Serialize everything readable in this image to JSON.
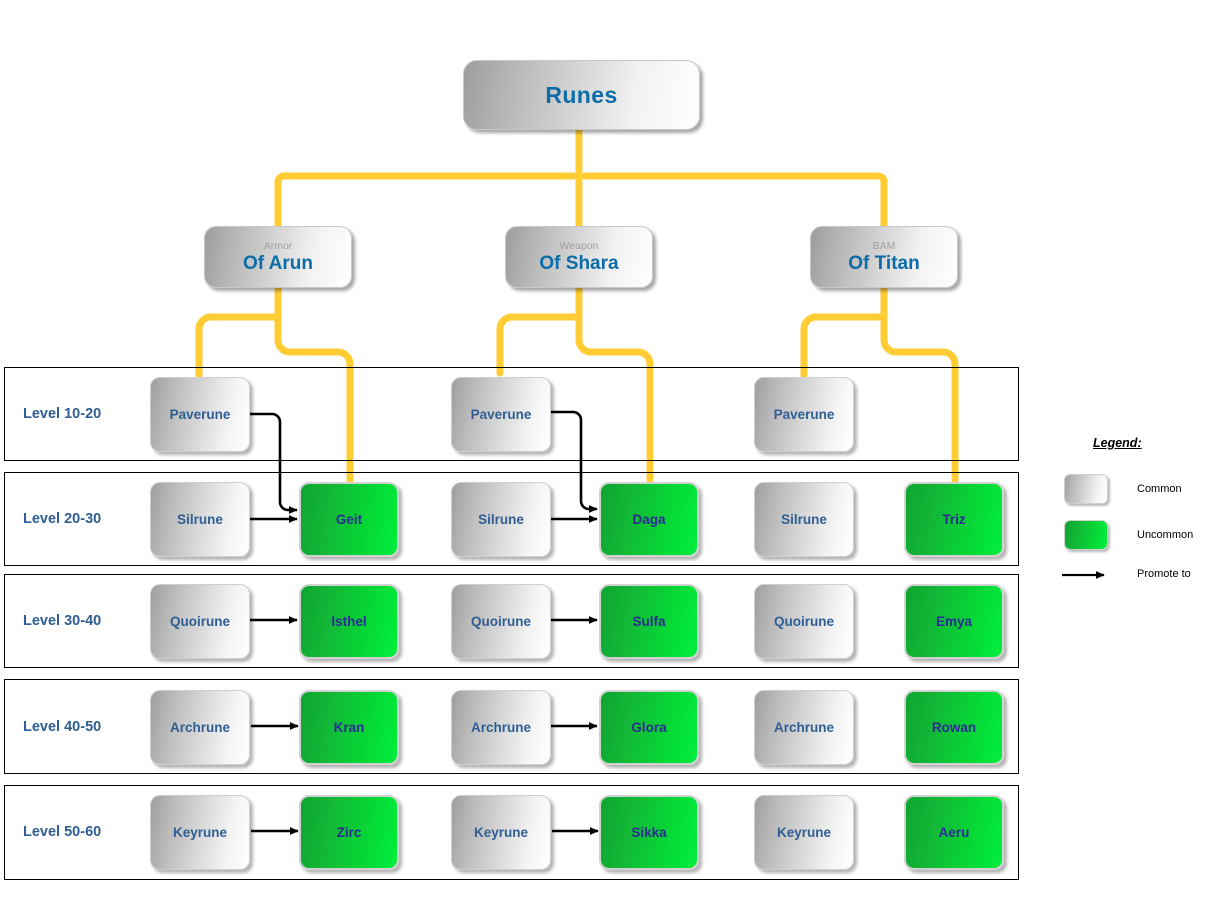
{
  "diagram": {
    "root": {
      "label": "Runes"
    },
    "categories": [
      {
        "sub": "Armor",
        "label": "Of Arun"
      },
      {
        "sub": "Weapon",
        "label": "Of Shara"
      },
      {
        "sub": "BAM",
        "label": "Of Titan"
      }
    ],
    "level_rows": [
      {
        "label": "Level 10-20",
        "cells": [
          {
            "name": "Paverune",
            "rarity": "common"
          },
          {
            "name": "",
            "rarity": "empty"
          },
          {
            "name": "Paverune",
            "rarity": "common"
          },
          {
            "name": "",
            "rarity": "empty"
          },
          {
            "name": "Paverune",
            "rarity": "common"
          },
          {
            "name": "",
            "rarity": "empty"
          }
        ]
      },
      {
        "label": "Level 20-30",
        "cells": [
          {
            "name": "Silrune",
            "rarity": "common"
          },
          {
            "name": "Geit",
            "rarity": "uncommon"
          },
          {
            "name": "Silrune",
            "rarity": "common"
          },
          {
            "name": "Daga",
            "rarity": "uncommon"
          },
          {
            "name": "Silrune",
            "rarity": "common"
          },
          {
            "name": "Triz",
            "rarity": "uncommon"
          }
        ]
      },
      {
        "label": "Level 30-40",
        "cells": [
          {
            "name": "Quoirune",
            "rarity": "common"
          },
          {
            "name": "Isthel",
            "rarity": "uncommon"
          },
          {
            "name": "Quoirune",
            "rarity": "common"
          },
          {
            "name": "Sulfa",
            "rarity": "uncommon"
          },
          {
            "name": "Quoirune",
            "rarity": "common"
          },
          {
            "name": "Emya",
            "rarity": "uncommon"
          }
        ]
      },
      {
        "label": "Level 40-50",
        "cells": [
          {
            "name": "Archrune",
            "rarity": "common"
          },
          {
            "name": "Kran",
            "rarity": "uncommon"
          },
          {
            "name": "Archrune",
            "rarity": "common"
          },
          {
            "name": "Glora",
            "rarity": "uncommon"
          },
          {
            "name": "Archrune",
            "rarity": "common"
          },
          {
            "name": "Rowan",
            "rarity": "uncommon"
          }
        ]
      },
      {
        "label": "Level 50-60",
        "cells": [
          {
            "name": "Keyrune",
            "rarity": "common"
          },
          {
            "name": "Zirc",
            "rarity": "uncommon"
          },
          {
            "name": "Keyrune",
            "rarity": "common"
          },
          {
            "name": "Sikka",
            "rarity": "uncommon"
          },
          {
            "name": "Keyrune",
            "rarity": "common"
          },
          {
            "name": "Aeru",
            "rarity": "uncommon"
          }
        ]
      }
    ],
    "legend": {
      "title": "Legend:",
      "entries": [
        {
          "kind": "swatch-common",
          "label": "Common"
        },
        {
          "kind": "swatch-uncommon",
          "label": "Uncommon"
        },
        {
          "kind": "arrow",
          "label": "Promote to"
        }
      ]
    },
    "colors": {
      "branch_wire": "#FFCC33",
      "promote_arrow": "#000000",
      "node_text": "#0b6ca8",
      "rune_text": "#2e5e92",
      "uncommon_text": "#2b2b93",
      "uncommon_fill": "#12b937",
      "common_fill": "#d6d6d6",
      "row_border": "#000000"
    }
  }
}
